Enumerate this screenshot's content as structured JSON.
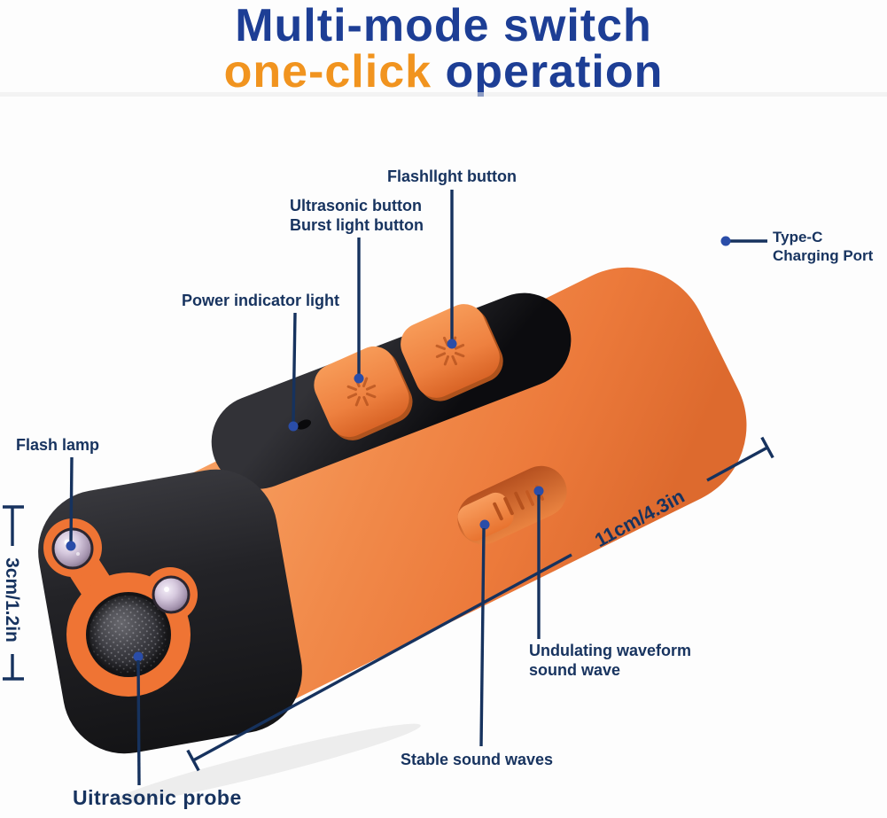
{
  "title": {
    "line1": "Multi-mode switch",
    "line2_highlight": "one-click",
    "line2_rest": " operation"
  },
  "labels": {
    "flashlight_button": "Flashllght button",
    "ultrasonic_button_line1": "Ultrasonic button",
    "ultrasonic_button_line2": "Burst light button",
    "power_indicator": "Power indicator light",
    "type_c_line1": "Type-C",
    "type_c_line2": "Charging Port",
    "flash_lamp": "Flash lamp",
    "undulating_line1": "Undulating waveform",
    "undulating_line2": "sound wave",
    "stable_waves": "Stable sound waves",
    "ultrasonic_probe": "Uitrasonic probe"
  },
  "dimensions": {
    "device_height": "3cm/1.2in",
    "device_length": "11cm/4.3in"
  },
  "colors": {
    "title_navy": "#1d3e95",
    "title_orange": "#f1941f",
    "label_navy": "#17335f",
    "line_navy": "#16325e",
    "dot_blue": "#2a4da8",
    "body_orange": "#ee7d3c",
    "bezel_orange": "#ef7434"
  }
}
